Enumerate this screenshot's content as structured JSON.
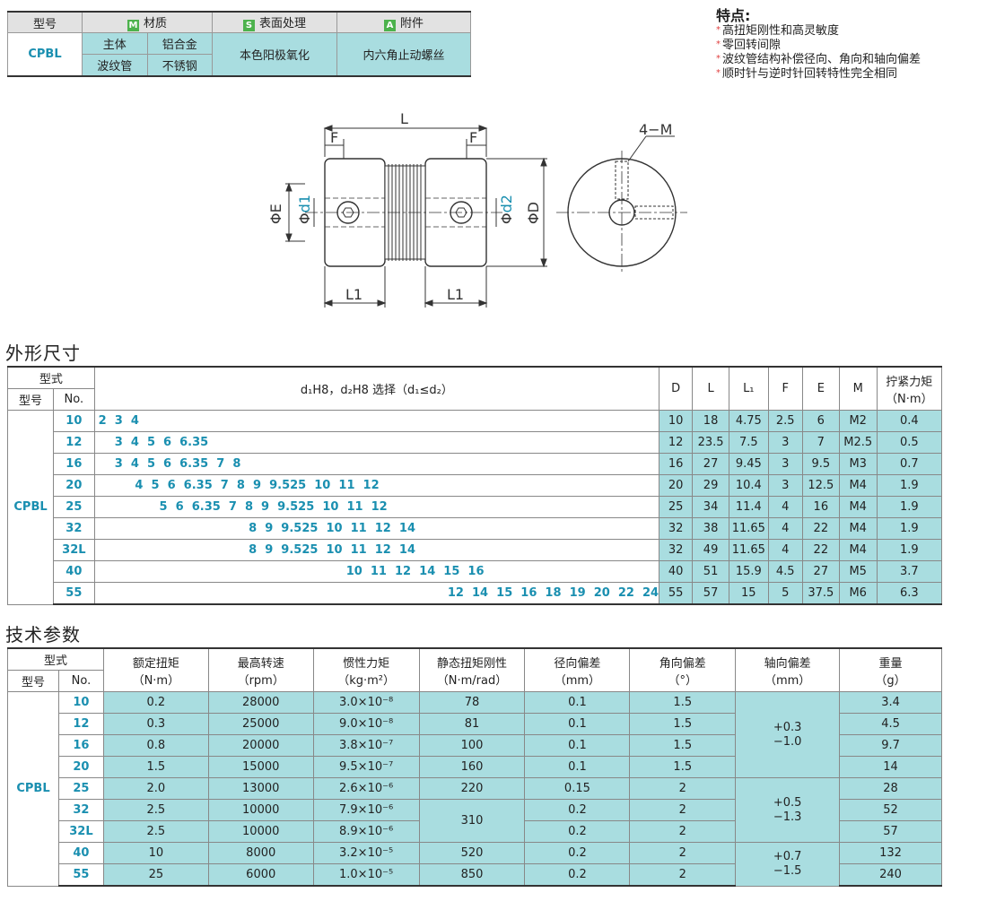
{
  "spec_table": {
    "headers": [
      "型号",
      "材质",
      "表面处理",
      "附件"
    ],
    "header_tags": [
      "M",
      "S",
      "A"
    ],
    "model": "CPBL",
    "rows": [
      {
        "part": "主体",
        "material": "铝合金"
      },
      {
        "part": "波纹管",
        "material": "不锈钢"
      }
    ],
    "surface": "本色阳极氧化",
    "accessory": "内六角止动螺丝"
  },
  "features": {
    "title": "特点:",
    "items": [
      "高扭矩刚性和高灵敏度",
      "零回转间隙",
      "波纹管结构补偿径向、角向和轴向偏差",
      "顺时针与逆时针回转特性完全相同"
    ]
  },
  "drawing": {
    "labels": {
      "L": "L",
      "F": "F",
      "d1": "d1",
      "d2": "d2",
      "E": "E",
      "D": "D",
      "L1": "L1",
      "phi": "Φ",
      "screws": "4−M"
    }
  },
  "dims": {
    "title": "外形尺寸",
    "head": {
      "type": "型式",
      "model": "型号",
      "no": "No.",
      "dsel": "d₁H8，d₂H8 选择（d₁≤d₂）",
      "cols": [
        "D",
        "L",
        "L₁",
        "F",
        "E",
        "M"
      ],
      "torque": "拧紧力矩",
      "torque_unit": "（N·m）"
    },
    "model": "CPBL",
    "rows": [
      {
        "no": "10",
        "d": "2  3  4",
        "D": "10",
        "L": "18",
        "L1": "4.75",
        "F": "2.5",
        "E": "6",
        "M": "M2",
        "T": "0.4"
      },
      {
        "no": "12",
        "d": "    3  4  5  6  6.35",
        "D": "12",
        "L": "23.5",
        "L1": "7.5",
        "F": "3",
        "E": "7",
        "M": "M2.5",
        "T": "0.5"
      },
      {
        "no": "16",
        "d": "    3  4  5  6  6.35  7  8",
        "D": "16",
        "L": "27",
        "L1": "9.45",
        "F": "3",
        "E": "9.5",
        "M": "M3",
        "T": "0.7"
      },
      {
        "no": "20",
        "d": "         4  5  6  6.35  7  8  9  9.525  10  11  12",
        "D": "20",
        "L": "29",
        "L1": "10.4",
        "F": "3",
        "E": "12.5",
        "M": "M4",
        "T": "1.9"
      },
      {
        "no": "25",
        "d": "               5  6  6.35  7  8  9  9.525  10  11  12",
        "D": "25",
        "L": "34",
        "L1": "11.4",
        "F": "4",
        "E": "16",
        "M": "M4",
        "T": "1.9"
      },
      {
        "no": "32",
        "d": "                                     8  9  9.525  10  11  12  14",
        "D": "32",
        "L": "38",
        "L1": "11.65",
        "F": "4",
        "E": "22",
        "M": "M4",
        "T": "1.9"
      },
      {
        "no": "32L",
        "d": "                                     8  9  9.525  10  11  12  14",
        "D": "32",
        "L": "49",
        "L1": "11.65",
        "F": "4",
        "E": "22",
        "M": "M4",
        "T": "1.9"
      },
      {
        "no": "40",
        "d": "                                                             10  11  12  14  15  16",
        "D": "40",
        "L": "51",
        "L1": "15.9",
        "F": "4.5",
        "E": "27",
        "M": "M5",
        "T": "3.7"
      },
      {
        "no": "55",
        "d": "                                                                                      12  14  15  16  18  19  20  22  24",
        "D": "55",
        "L": "57",
        "L1": "15",
        "F": "5",
        "E": "37.5",
        "M": "M6",
        "T": "6.3"
      }
    ]
  },
  "tech": {
    "title": "技术参数",
    "head": {
      "type": "型式",
      "model": "型号",
      "no": "No.",
      "cols": [
        {
          "name": "额定扭矩",
          "unit": "（N·m）"
        },
        {
          "name": "最高转速",
          "unit": "（rpm）"
        },
        {
          "name": "惯性力矩",
          "unit": "（kg·m²）"
        },
        {
          "name": "静态扭矩刚性",
          "unit": "（N·m/rad）"
        },
        {
          "name": "径向偏差",
          "unit": "（mm）"
        },
        {
          "name": "角向偏差",
          "unit": "（°）"
        },
        {
          "name": "轴向偏差",
          "unit": "（mm）"
        },
        {
          "name": "重量",
          "unit": "（g）"
        }
      ]
    },
    "model": "CPBL",
    "rows": [
      {
        "no": "10",
        "torque": "0.2",
        "speed": "28000",
        "inertia": "3.0×10⁻⁸",
        "stiff": "78",
        "radial": "0.1",
        "angular": "1.5",
        "weight": "3.4"
      },
      {
        "no": "12",
        "torque": "0.3",
        "speed": "25000",
        "inertia": "9.0×10⁻⁸",
        "stiff": "81",
        "radial": "0.1",
        "angular": "1.5",
        "weight": "4.5"
      },
      {
        "no": "16",
        "torque": "0.8",
        "speed": "20000",
        "inertia": "3.8×10⁻⁷",
        "stiff": "100",
        "radial": "0.1",
        "angular": "1.5",
        "weight": "9.7"
      },
      {
        "no": "20",
        "torque": "1.5",
        "speed": "15000",
        "inertia": "9.5×10⁻⁷",
        "stiff": "160",
        "radial": "0.1",
        "angular": "1.5",
        "weight": "14"
      },
      {
        "no": "25",
        "torque": "2.0",
        "speed": "13000",
        "inertia": "2.6×10⁻⁶",
        "stiff": "220",
        "radial": "0.15",
        "angular": "2",
        "weight": "28"
      },
      {
        "no": "32",
        "torque": "2.5",
        "speed": "10000",
        "inertia": "7.9×10⁻⁶",
        "stiff": "310",
        "radial": "0.2",
        "angular": "2",
        "weight": "52"
      },
      {
        "no": "32L",
        "torque": "2.5",
        "speed": "10000",
        "inertia": "8.9×10⁻⁶",
        "stiff": "",
        "radial": "0.2",
        "angular": "2",
        "weight": "57"
      },
      {
        "no": "40",
        "torque": "10",
        "speed": "8000",
        "inertia": "3.2×10⁻⁵",
        "stiff": "520",
        "radial": "0.2",
        "angular": "2",
        "weight": "132"
      },
      {
        "no": "55",
        "torque": "25",
        "speed": "6000",
        "inertia": "1.0×10⁻⁵",
        "stiff": "850",
        "radial": "0.2",
        "angular": "2",
        "weight": "240"
      }
    ],
    "axial_groups": [
      "+0.3\n−1.0",
      "+0.5\n−1.3",
      "+0.7\n−1.5"
    ]
  },
  "colors": {
    "teal": "#a9dde0",
    "accent_blue": "#1a8fb0",
    "tag_green": "#4cb24c"
  }
}
